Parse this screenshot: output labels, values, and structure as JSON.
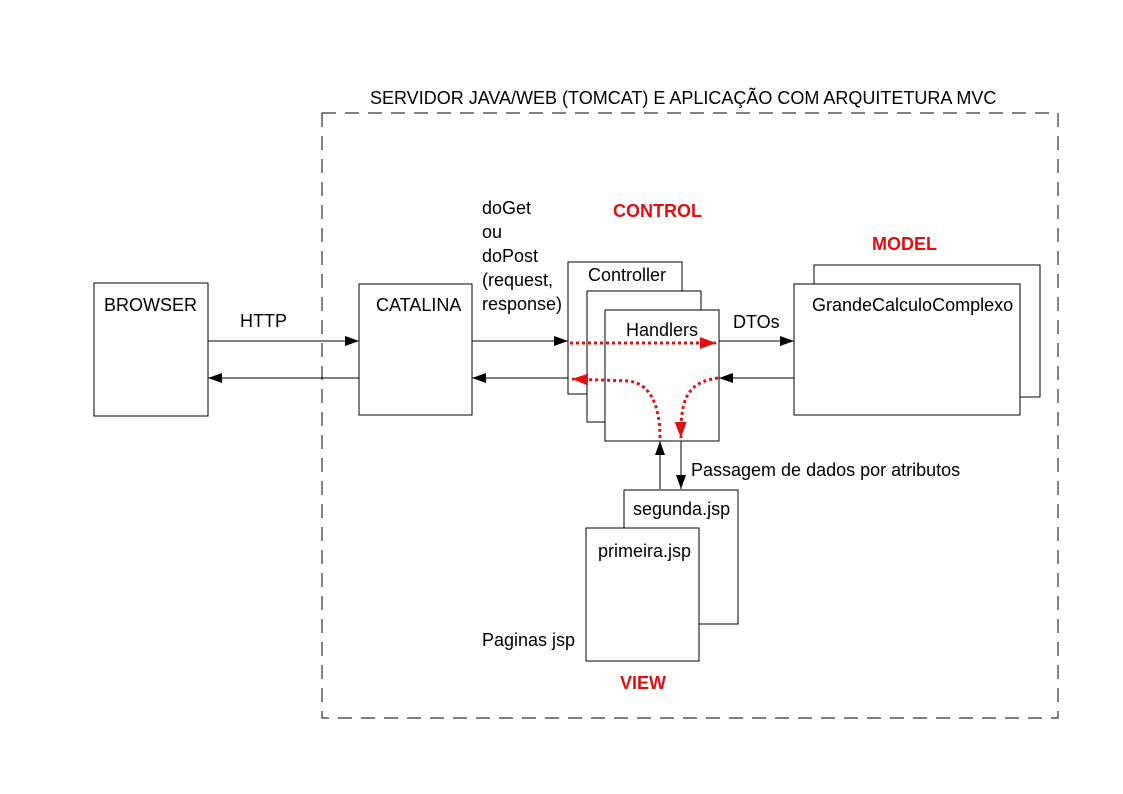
{
  "diagram": {
    "title": "SERVIDOR JAVA/WEB (TOMCAT) E APLICAÇÃO COM ARQUITETURA MVC",
    "colors": {
      "accent": "#e01010",
      "stroke": "#000000",
      "background": "#ffffff"
    },
    "sections": {
      "control": "CONTROL",
      "model": "MODEL",
      "view": "VIEW"
    },
    "nodes": {
      "browser": "BROWSER",
      "catalina": "CATALINA",
      "controller": "Controller",
      "handlers": "Handlers",
      "grande_calculo": "GrandeCalculoComplexo",
      "segunda_jsp": "segunda.jsp",
      "primeira_jsp": "primeira.jsp"
    },
    "labels": {
      "http": "HTTP",
      "dtos": "DTOs",
      "passagem": "Passagem de dados por atributos",
      "paginas": "Paginas jsp",
      "doget_lines": [
        "doGet",
        "ou",
        "doPost",
        "(request,",
        "response)"
      ]
    }
  }
}
